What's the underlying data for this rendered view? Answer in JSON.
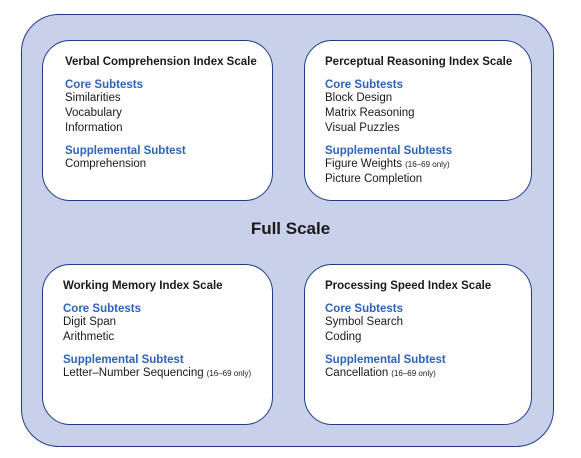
{
  "center_label": "Full Scale",
  "cards": [
    {
      "title": "Verbal Comprehension Index Scale",
      "core_heading": "Core Subtests",
      "core_items": [
        {
          "text": "Similarities",
          "note": ""
        },
        {
          "text": "Vocabulary",
          "note": ""
        },
        {
          "text": "Information",
          "note": ""
        }
      ],
      "supp_heading": "Supplemental Subtest",
      "supp_items": [
        {
          "text": "Comprehension",
          "note": ""
        }
      ]
    },
    {
      "title": "Perceptual Reasoning Index Scale",
      "core_heading": "Core Subtests",
      "core_items": [
        {
          "text": "Block Design",
          "note": ""
        },
        {
          "text": "Matrix Reasoning",
          "note": ""
        },
        {
          "text": "Visual Puzzles",
          "note": ""
        }
      ],
      "supp_heading": "Supplemental Subtests",
      "supp_items": [
        {
          "text": "Figure Weights",
          "note": "(16–69 only)"
        },
        {
          "text": "Picture Completion",
          "note": ""
        }
      ]
    },
    {
      "title": "Working Memory Index Scale",
      "core_heading": "Core Subtests",
      "core_items": [
        {
          "text": "Digit Span",
          "note": ""
        },
        {
          "text": "Arithmetic",
          "note": ""
        }
      ],
      "supp_heading": "Supplemental Subtest",
      "supp_items": [
        {
          "text": "Letter–Number Sequencing",
          "note": "(16–69 only)"
        }
      ]
    },
    {
      "title": "Processing Speed Index Scale",
      "core_heading": "Core Subtests",
      "core_items": [
        {
          "text": "Symbol Search",
          "note": ""
        },
        {
          "text": "Coding",
          "note": ""
        }
      ],
      "supp_heading": "Supplemental Subtest",
      "supp_items": [
        {
          "text": "Cancellation",
          "note": "(16–69 only)"
        }
      ]
    }
  ],
  "colors": {
    "outer_fill": "#c9d0ea",
    "border": "#1f3b8a",
    "heading_blue": "#2e63b8",
    "text": "#1a1a1a"
  }
}
